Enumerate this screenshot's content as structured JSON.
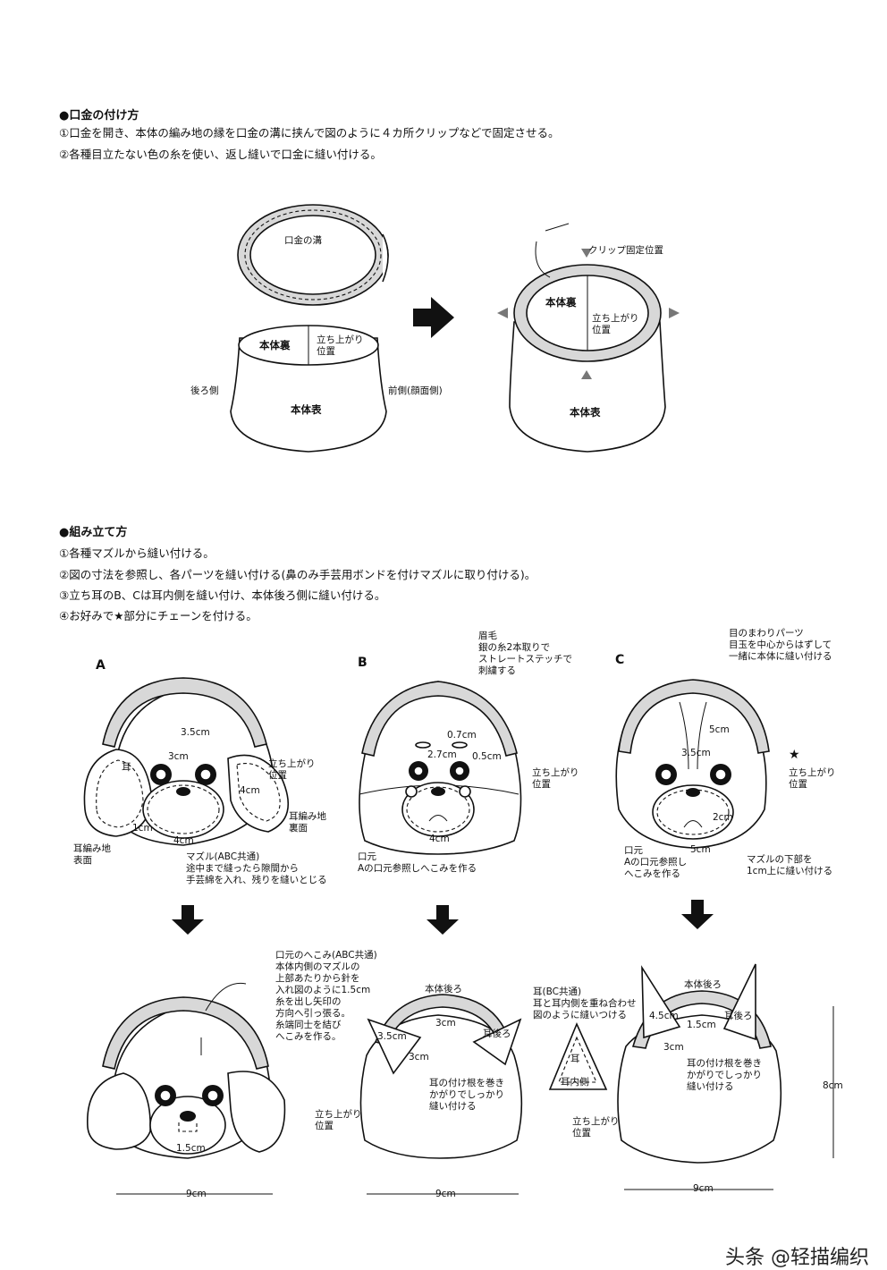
{
  "section1": {
    "title": "●口金の付け方",
    "steps": [
      "①口金を開き、本体の編み地の縁を口金の溝に挟んで図のように４カ所クリップなどで固定させる。",
      "②各種目立たない色の糸を使い、返し縫いで口金に縫い付ける。"
    ],
    "labels": {
      "groove": "口金の溝",
      "inner": "本体裏",
      "rise": "立ち上がり\n位置",
      "back": "後ろ側",
      "front": "前側(顔面側)",
      "outer": "本体表",
      "clip": "クリップ固定位置"
    }
  },
  "section2": {
    "title": "●組み立て方",
    "steps": [
      "①各種マズルから縫い付ける。",
      "②図の寸法を参照し、各パーツを縫い付ける(鼻のみ手芸用ボンドを付けマズルに取り付ける)。",
      "③立ち耳のB、Cは耳内側を縫い付け、本体後ろ側に縫い付ける。",
      "④お好みで★部分にチェーンを付ける。"
    ]
  },
  "figA": {
    "letter": "A",
    "d35": "3.5cm",
    "d3": "3cm",
    "d4a": "4cm",
    "d1": "1cm",
    "d4b": "4cm",
    "ear": "耳",
    "rise": "立ち上がり\n位置",
    "ear_back": "耳編み地\n裏面",
    "ear_front": "耳編み地\n表面",
    "muzzle": "マズル(ABC共通)\n途中まで縫ったら隙間から\n手芸綿を入れ、残りを縫いとじる"
  },
  "figB": {
    "letter": "B",
    "brow": "眉毛\n銀の糸2本取りで\nストレートステッチで\n刺繍する",
    "d07": "0.7cm",
    "d27": "2.7cm",
    "d05": "0.5cm",
    "d4": "4cm",
    "rise": "立ち上がり\n位置",
    "mouth": "口元\nAの口元参照しへこみを作る"
  },
  "figC": {
    "letter": "C",
    "eyepart": "目のまわりパーツ\n目玉を中心からはずして\n一緒に本体に縫い付ける",
    "d5": "5cm",
    "d35": "3.5cm",
    "d2": "2cm",
    "d5b": "5cm",
    "star": "★",
    "rise": "立ち上がり\n位置",
    "mouth": "口元\nAの口元参照し\nへこみを作る",
    "muzzle_low": "マズルの下部を\n1cm上に縫い付ける"
  },
  "bottomA": {
    "dent": "口元のへこみ(ABC共通)\n本体内側のマズルの\n上部あたりから針を\n入れ図のように1.5cm\n糸を出し矢印の\n方向へ引っ張る。\n糸端同士を結び\nへこみを作る。",
    "d15": "1.5cm",
    "w": "9cm"
  },
  "bottomB": {
    "back": "本体後ろ",
    "d3": "3cm",
    "d35": "3.5cm",
    "d3b": "3cm",
    "earback": "耳後ろ",
    "attach": "耳の付け根を巻き\nかがりでしっかり\n縫い付ける",
    "rise": "立ち上がり\n位置",
    "w": "9cm"
  },
  "earBC": {
    "note": "耳(BC共通)\n耳と耳内側を重ね合わせ\n図のように縫いつける",
    "ear": "耳",
    "inner": "耳内側"
  },
  "bottomC": {
    "back": "本体後ろ",
    "d45": "4.5cm",
    "d15": "1.5cm",
    "d3": "3cm",
    "earback": "耳後ろ",
    "attach": "耳の付け根を巻き\nかがりでしっかり\n縫い付ける",
    "rise": "立ち上がり\n位置",
    "h": "8cm",
    "w": "9cm"
  },
  "watermark": "头条 @轻描编织"
}
